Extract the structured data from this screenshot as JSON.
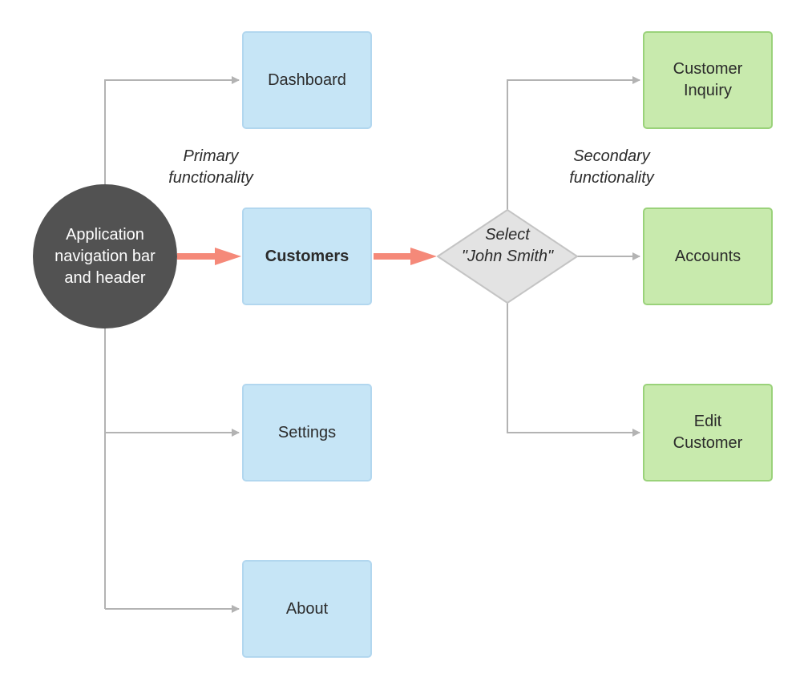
{
  "hub": {
    "label": "Application\nnavigation bar\nand header"
  },
  "primary_nodes": {
    "dashboard": "Dashboard",
    "customers": "Customers",
    "settings": "Settings",
    "about": "About"
  },
  "decision": {
    "label": "Select\n\"John Smith\""
  },
  "secondary_nodes": {
    "customer_inquiry": "Customer\nInquiry",
    "accounts": "Accounts",
    "edit_customer": "Edit\nCustomer"
  },
  "annotations": {
    "primary": "Primary\nfunctionality",
    "secondary": "Secondary\nfunctionality"
  },
  "colors": {
    "primary_fill": "#c6e5f6",
    "secondary_fill": "#c8eaad",
    "hub_fill": "#525252",
    "decision_fill": "#e3e3e3",
    "highlight_arrow": "#f58979",
    "connector": "#b3b3b3"
  }
}
